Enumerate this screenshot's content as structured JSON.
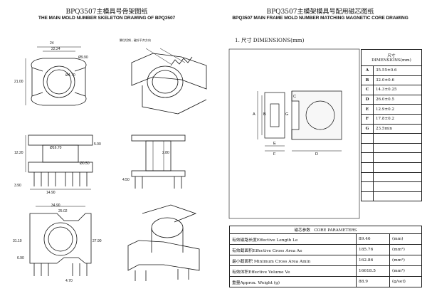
{
  "left_panel": {
    "title_cn": "BPQ3507主模具号骨架图纸",
    "title_en": "THE MAIN MOLD NUMBER SKELETON DRAWING OF BPQ3507",
    "notes": [
      "脚位切斜 , 破针平齐方向"
    ],
    "dims": [
      "24",
      "22.24",
      "Ø9.90",
      "Ø4.70",
      "21.00",
      "Ø16.70",
      "5.00",
      "12.20",
      "2.80",
      "Ø0.50",
      "3.90",
      "14.90",
      "4.50",
      "34.90",
      "25.02",
      "31.10",
      "27.90",
      "6.90",
      "4.70"
    ]
  },
  "right_panel": {
    "title_cn": "BPQ3507主模架模具号配用磁芯图纸",
    "title_en": "BPQ3507 MAIN FRAME MOLD NUMBER MATCHING MAGNETIC CORE DRAWING",
    "section": "1. 尺寸 DIMENSIONS(mm)",
    "drawing_labels": [
      "C",
      "A",
      "B",
      "E",
      "F",
      "G",
      "D"
    ],
    "dimensions_header_cn": "尺寸",
    "dimensions_header_en": "DIMENSIONS(mm)",
    "dimensions": [
      {
        "key": "A",
        "value": "35.55±0.6"
      },
      {
        "key": "B",
        "value": "32.0±0.6"
      },
      {
        "key": "C",
        "value": "14.3±0.25"
      },
      {
        "key": "D",
        "value": "26.0±0.5"
      },
      {
        "key": "E",
        "value": "12.9±0.2"
      },
      {
        "key": "F",
        "value": "17.8±0.2"
      },
      {
        "key": "G",
        "value": "23.5min"
      },
      {
        "key": "",
        "value": ""
      },
      {
        "key": "",
        "value": ""
      },
      {
        "key": "",
        "value": ""
      },
      {
        "key": "",
        "value": ""
      },
      {
        "key": "",
        "value": ""
      },
      {
        "key": "",
        "value": ""
      },
      {
        "key": "",
        "value": ""
      }
    ],
    "params_header_cn": "磁芯参数",
    "params_header_en": "CORE PARAMETERS",
    "params": [
      {
        "name": "有效磁路长度Effective Length Le",
        "value": "89.46",
        "unit": "(mm)"
      },
      {
        "name": "有效截面积Effective Cross Area Ae",
        "value": "185.76",
        "unit": "(mm²)"
      },
      {
        "name": "最小截面积 Minimum Cross Area Amin",
        "value": "162.86",
        "unit": "(mm²)"
      },
      {
        "name": "有效体积Effective Volume Ve",
        "value": "16618.5",
        "unit": "(mm³)"
      },
      {
        "name": "重量Approx. Weight (g)",
        "value": "88.9",
        "unit": "(g/set)"
      }
    ]
  }
}
